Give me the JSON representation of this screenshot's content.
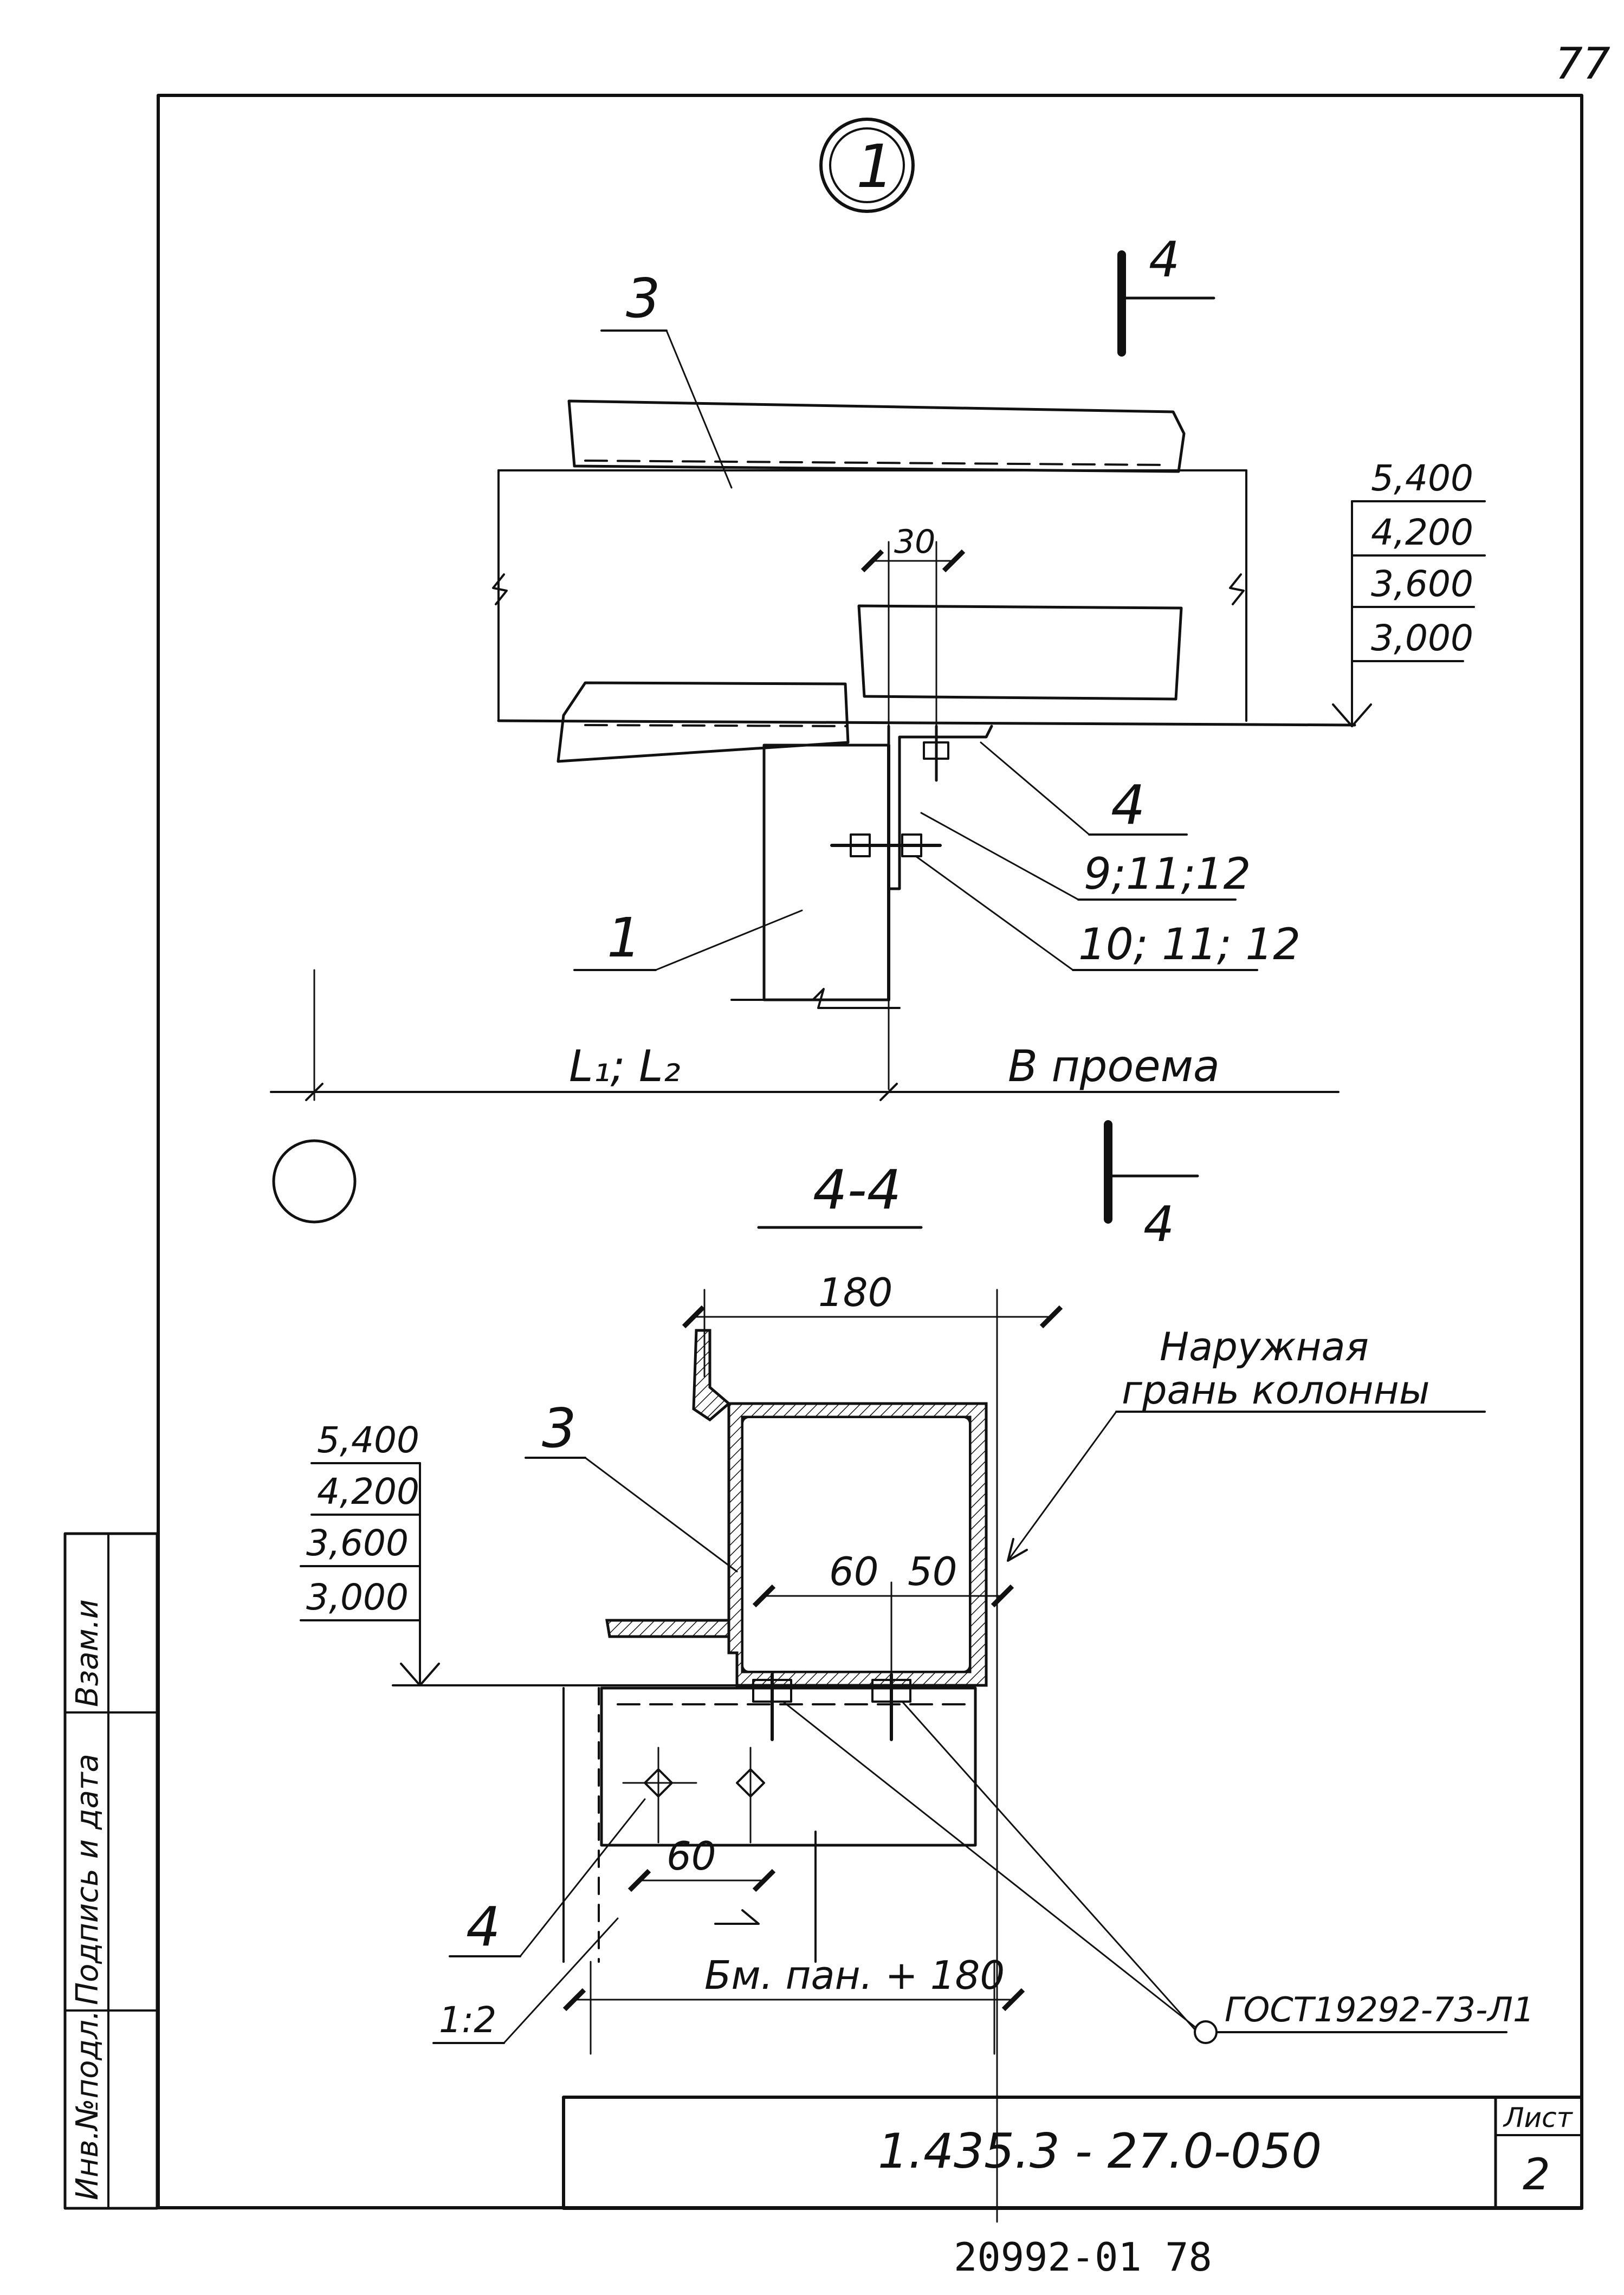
{
  "page_number": "77",
  "view_marker": "1",
  "section_label": "4-4",
  "section_marks": {
    "top": "4",
    "bottom": "4"
  },
  "elevations_top": [
    "5,400",
    "4,200",
    "3,600",
    "3,000"
  ],
  "elevations_bottom": [
    "5,400",
    "4,200",
    "3,600",
    "3,000"
  ],
  "callouts_top": {
    "item_3": "3",
    "item_1": "1",
    "item_4": "4",
    "item_9_11_12": "9;11;12",
    "item_10_11_12": "10; 11; 12"
  },
  "dimensions_top": {
    "dim_30": "30",
    "span_l": "L₁; L₂",
    "span_opening": "B проема"
  },
  "section_view": {
    "dim_180": "180",
    "dim_60_upper": "60",
    "dim_50": "50",
    "dim_60_lower": "60",
    "item_3": "3",
    "item_4": "4",
    "scale": "1:2",
    "outer_face_line1": "Наружная",
    "outer_face_line2": "грань колонны",
    "gost_ref": "ГОСТ19292-73-Л1",
    "bottom_dim": "Бм. пан. + 180"
  },
  "side_stamp": {
    "col1": "Инв.№подл.",
    "col2": "Подпись и дата",
    "col3": "Взам.и"
  },
  "title_block": {
    "doc_code": "1.435.3 - 27.0-050",
    "sheet_label": "Лист",
    "sheet_number": "2"
  },
  "footer_code": "20992-01   78"
}
